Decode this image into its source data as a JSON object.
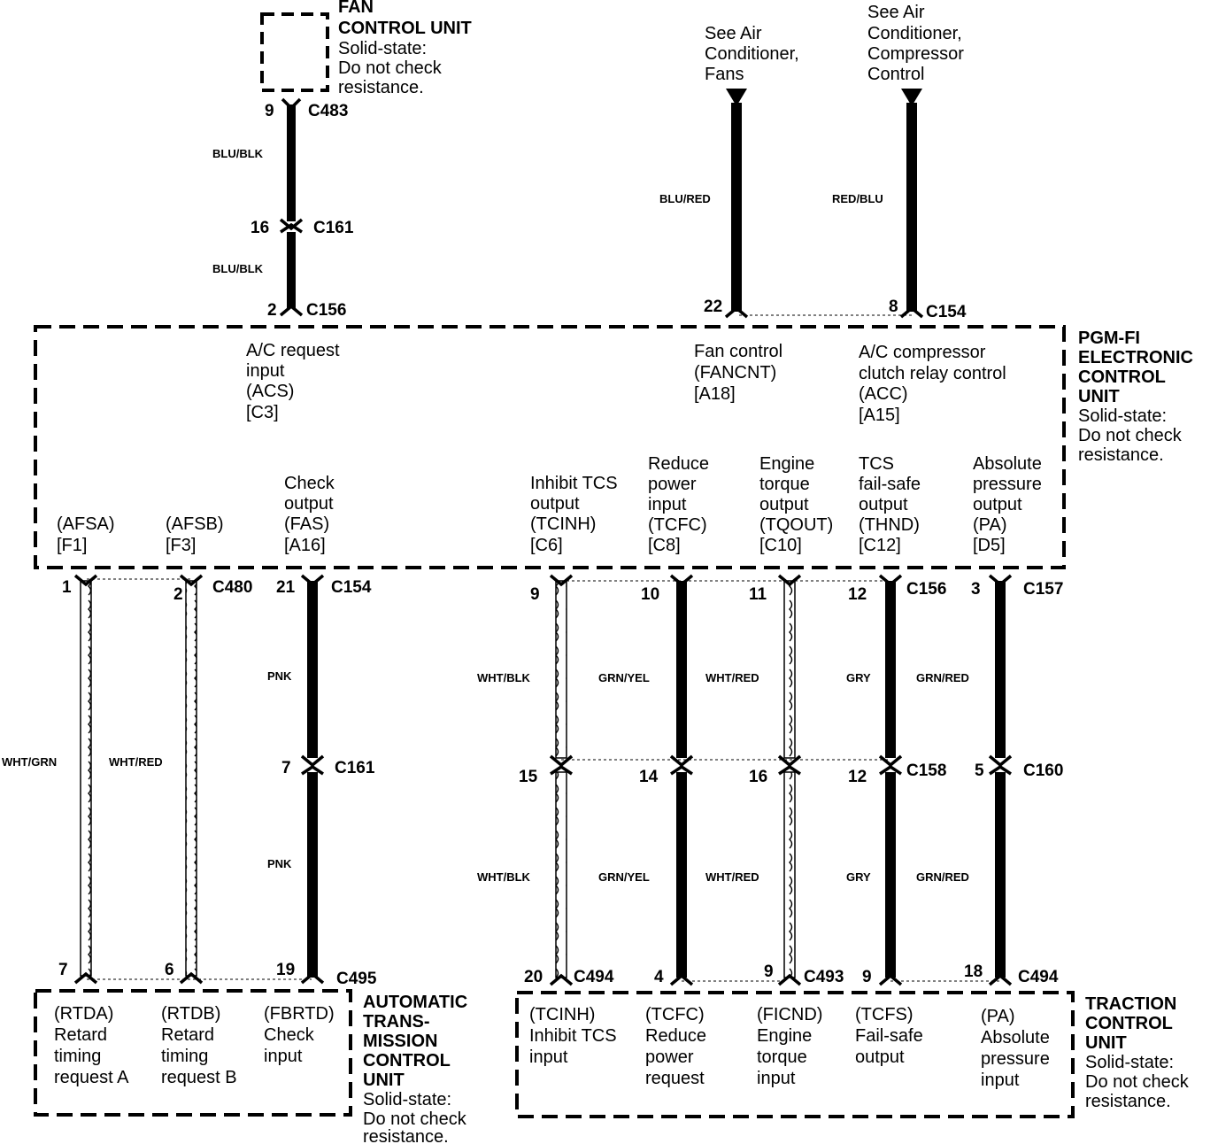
{
  "units": {
    "fan": {
      "title": [
        "FAN",
        "CONTROL UNIT"
      ],
      "note": [
        "Solid-state:",
        "Do not check",
        "resistance."
      ]
    },
    "pgm": {
      "title": [
        "PGM-FI",
        "ELECTRONIC",
        "CONTROL",
        "UNIT"
      ],
      "note": [
        "Solid-state:",
        "Do not check",
        "resistance."
      ]
    },
    "atcu": {
      "title": [
        "AUTOMATIC",
        "TRANS-",
        "MISSION",
        "CONTROL",
        "UNIT"
      ],
      "note": [
        "Solid-state:",
        "Do not check",
        "resistance."
      ]
    },
    "tcu": {
      "title": [
        "TRACTION",
        "CONTROL",
        "UNIT"
      ],
      "note": [
        "Solid-state:",
        "Do not check",
        "resistance."
      ]
    }
  },
  "references": {
    "fans": [
      "See Air",
      "Conditioner,",
      "Fans"
    ],
    "compressor": [
      "See Air",
      "Conditioner,",
      "Compressor",
      "Control"
    ]
  },
  "pgm_functions": {
    "acs": [
      "A/C request",
      "input",
      "(ACS)",
      "[C3]"
    ],
    "fancnt": [
      "Fan control",
      "(FANCNT)",
      "[A18]"
    ],
    "acc": [
      "A/C compressor",
      "clutch relay control",
      "(ACC)",
      "[A15]"
    ],
    "afsa": [
      "(AFSA)",
      "[F1]"
    ],
    "afsb": [
      "(AFSB)",
      "[F3]"
    ],
    "fas": [
      "Check",
      "output",
      "(FAS)",
      "[A16]"
    ],
    "tcinh": [
      "Inhibit TCS",
      "output",
      "(TCINH)",
      "[C6]"
    ],
    "tcfc": [
      "Reduce",
      "power",
      "input",
      "(TCFC)",
      "[C8]"
    ],
    "tqout": [
      "Engine",
      "torque",
      "output",
      "(TQOUT)",
      "[C10]"
    ],
    "thnd": [
      "TCS",
      "fail-safe",
      "output",
      "(THND)",
      "[C12]"
    ],
    "pa": [
      "Absolute",
      "pressure",
      "output",
      "(PA)",
      "[D5]"
    ]
  },
  "atcu_functions": {
    "rtda": [
      "(RTDA)",
      "Retard",
      "timing",
      "request A"
    ],
    "rtdb": [
      "(RTDB)",
      "Retard",
      "timing",
      "request B"
    ],
    "fbrtd": [
      "(FBRTD)",
      "Check",
      "input"
    ]
  },
  "tcu_functions": {
    "tcinh": [
      "(TCINH)",
      "Inhibit TCS",
      "input"
    ],
    "tcfc": [
      "(TCFC)",
      "Reduce",
      "power",
      "request"
    ],
    "ficnd": [
      "(FICND)",
      "Engine",
      "torque",
      "input"
    ],
    "tcfs": [
      "(TCFS)",
      "Fail-safe",
      "output"
    ],
    "pa": [
      "(PA)",
      "Absolute",
      "pressure",
      "input"
    ]
  },
  "wires": {
    "fan_upper": {
      "color": "BLU/BLK",
      "pin_top": "9",
      "pin_bottom": "16"
    },
    "fan_lower": {
      "color": "BLU/BLK",
      "pin_bottom": "2"
    },
    "fans": {
      "color": "BLU/RED",
      "pin_bottom": "22"
    },
    "compressor": {
      "color": "RED/BLU",
      "pin_bottom": "8"
    },
    "afsa": {
      "color": "WHT/GRN",
      "pin_top": "1",
      "pin_bottom": "7"
    },
    "afsb": {
      "color": "WHT/RED",
      "pin_top": "2",
      "pin_bottom": "6"
    },
    "fas_upper": {
      "color": "PNK",
      "pin_top": "21",
      "pin_mid": "7"
    },
    "fas_lower": {
      "color": "PNK",
      "pin_bottom": "19"
    },
    "tcinh_upper": {
      "color": "WHT/BLK",
      "pin_top": "9",
      "pin_mid": "15"
    },
    "tcinh_lower": {
      "color": "WHT/BLK",
      "pin_bottom": "20"
    },
    "tcfc_upper": {
      "color": "GRN/YEL",
      "pin_top": "10",
      "pin_mid": "14"
    },
    "tcfc_lower": {
      "color": "GRN/YEL",
      "pin_bottom": "4"
    },
    "tqout_upper": {
      "color": "WHT/RED",
      "pin_top": "11",
      "pin_mid": "16"
    },
    "tqout_lower": {
      "color": "WHT/RED",
      "pin_bottom": "9"
    },
    "thnd_upper": {
      "color": "GRY",
      "pin_top": "12",
      "pin_mid": "12"
    },
    "thnd_lower": {
      "color": "GRY",
      "pin_bottom": "9"
    },
    "pa_upper": {
      "color": "GRN/RED",
      "pin_top": "3",
      "pin_mid": "5"
    },
    "pa_lower": {
      "color": "GRN/RED",
      "pin_bottom": "18"
    }
  },
  "connectors": {
    "c483": "C483",
    "c161_top": "C161",
    "c156_top": "C156",
    "c154_top": "C154",
    "c480": "C480",
    "c154_mid": "C154",
    "c156_mid": "C156",
    "c157": "C157",
    "c161_mid": "C161",
    "c158": "C158",
    "c160": "C160",
    "c495": "C495",
    "c494_a": "C494",
    "c493": "C493",
    "c494_b": "C494"
  }
}
